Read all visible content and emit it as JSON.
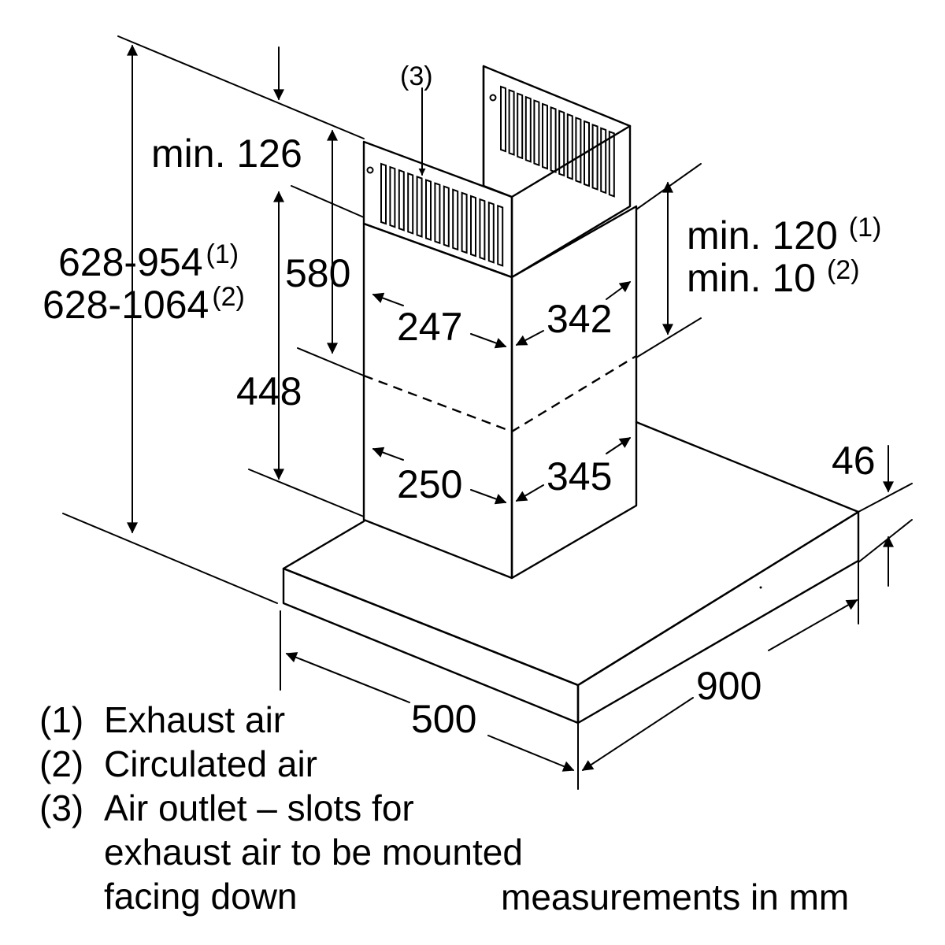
{
  "diagram": {
    "dimensions": {
      "min_126": "min. 126",
      "h_580": "580",
      "h_448": "448",
      "total_height_1": "628-954",
      "total_height_1_note": "(1)",
      "total_height_2": "628-1064",
      "total_height_2_note": "(2)",
      "outlet_ref": "(3)",
      "min_120": "min. 120",
      "min_120_note": "(1)",
      "min_10": "min. 10",
      "min_10_note": "(2)",
      "w_247": "247",
      "d_342": "342",
      "w_250": "250",
      "d_345": "345",
      "thick_46": "46",
      "depth_500": "500",
      "width_900": "900"
    },
    "legend": {
      "item1_num": "(1)",
      "item1_text": "Exhaust air",
      "item2_num": "(2)",
      "item2_text": "Circulated air",
      "item3_num": "(3)",
      "item3_line1": "Air outlet – slots for",
      "item3_line2": "exhaust air to be mounted",
      "item3_line3": "facing down"
    },
    "units_note": "measurements in mm"
  }
}
